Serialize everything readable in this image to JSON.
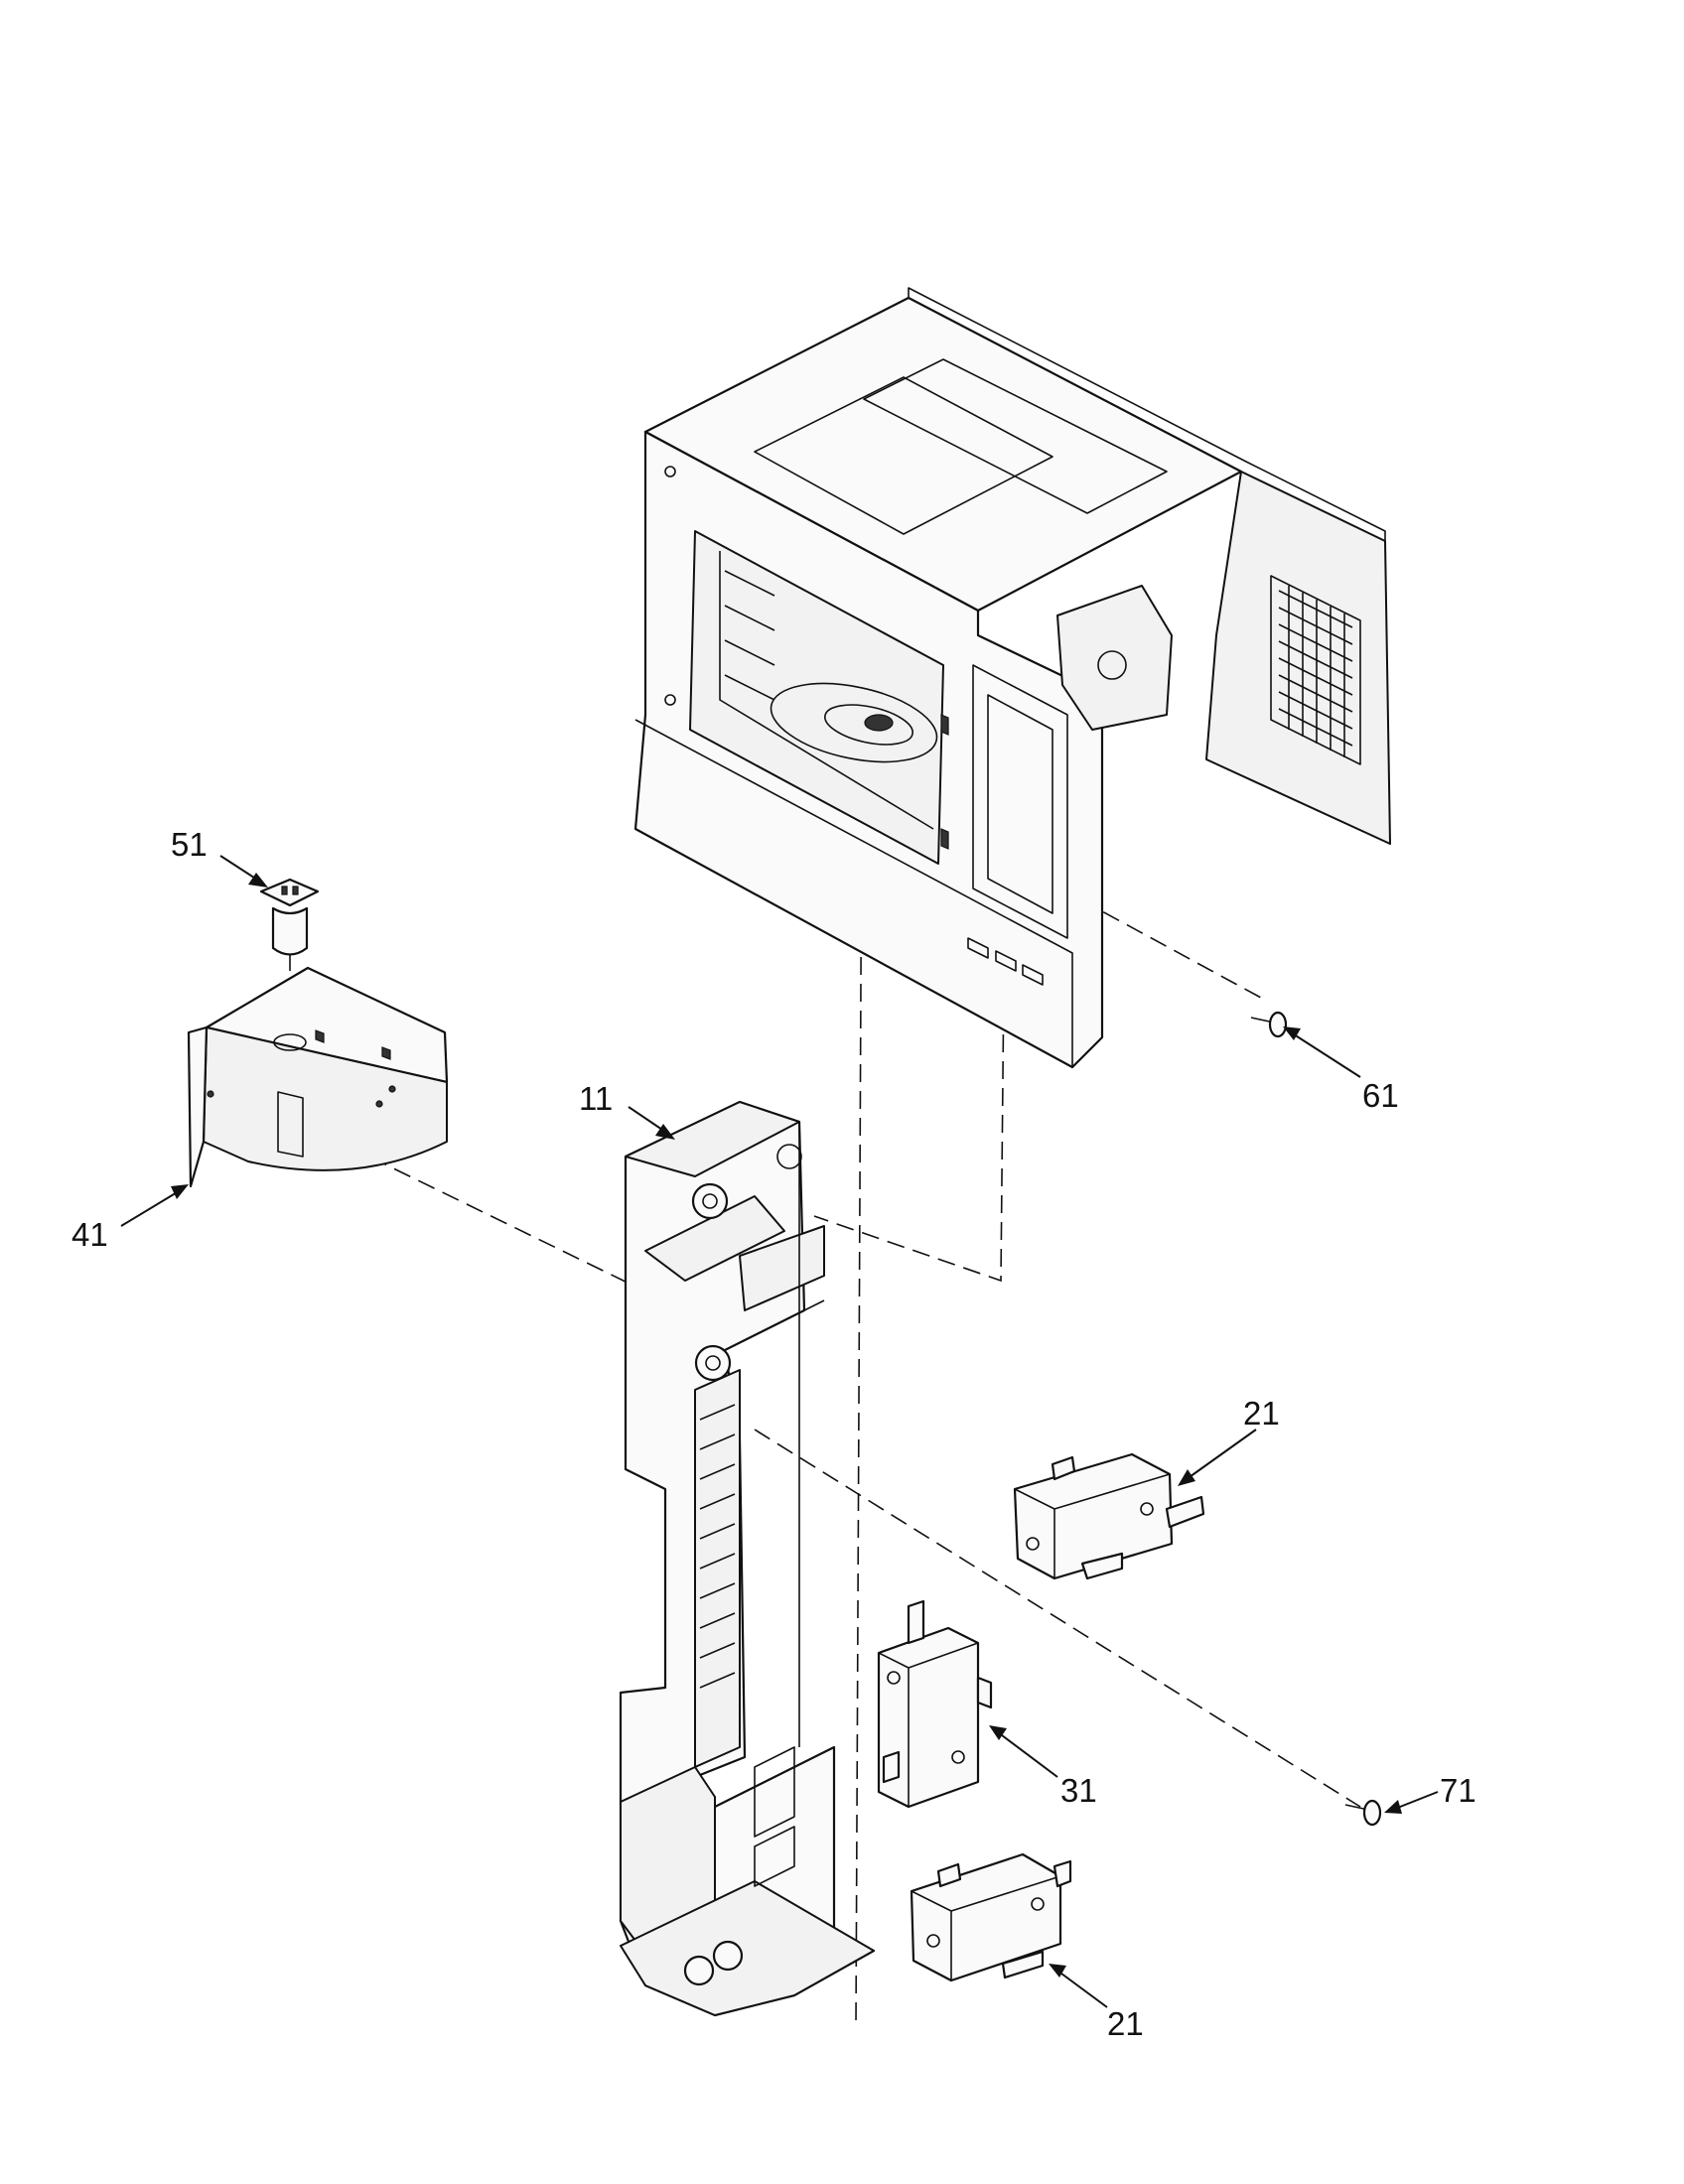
{
  "callouts": {
    "c11": "11",
    "c21_upper": "21",
    "c21_lower": "21",
    "c31": "31",
    "c41": "41",
    "c51": "51",
    "c61": "61",
    "c71": "71"
  },
  "colors": {
    "ink": "#111111",
    "background": "#ffffff"
  }
}
